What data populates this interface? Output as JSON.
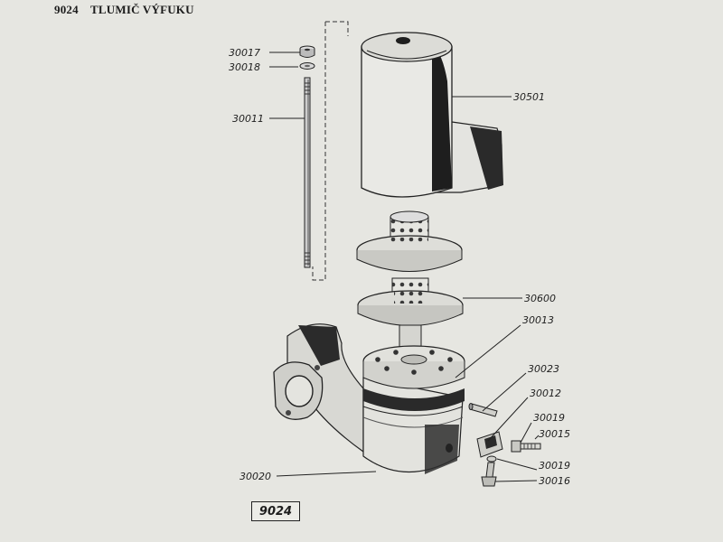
{
  "header": {
    "number": "9024",
    "title": "TLUMIČ VÝFUKU"
  },
  "figure_label": "9024",
  "callouts": [
    {
      "id": "p30017",
      "text": "30017"
    },
    {
      "id": "p30018",
      "text": "30018"
    },
    {
      "id": "p30011",
      "text": "30011"
    },
    {
      "id": "p30501",
      "text": "30501"
    },
    {
      "id": "p30600",
      "text": "30600"
    },
    {
      "id": "p30013",
      "text": "30013"
    },
    {
      "id": "p30023",
      "text": "30023"
    },
    {
      "id": "p30012",
      "text": "30012"
    },
    {
      "id": "p30019a",
      "text": "30019"
    },
    {
      "id": "p30015",
      "text": "30015"
    },
    {
      "id": "p30019b",
      "text": "30019"
    },
    {
      "id": "p30016",
      "text": "30016"
    },
    {
      "id": "p30020",
      "text": "30020"
    }
  ]
}
